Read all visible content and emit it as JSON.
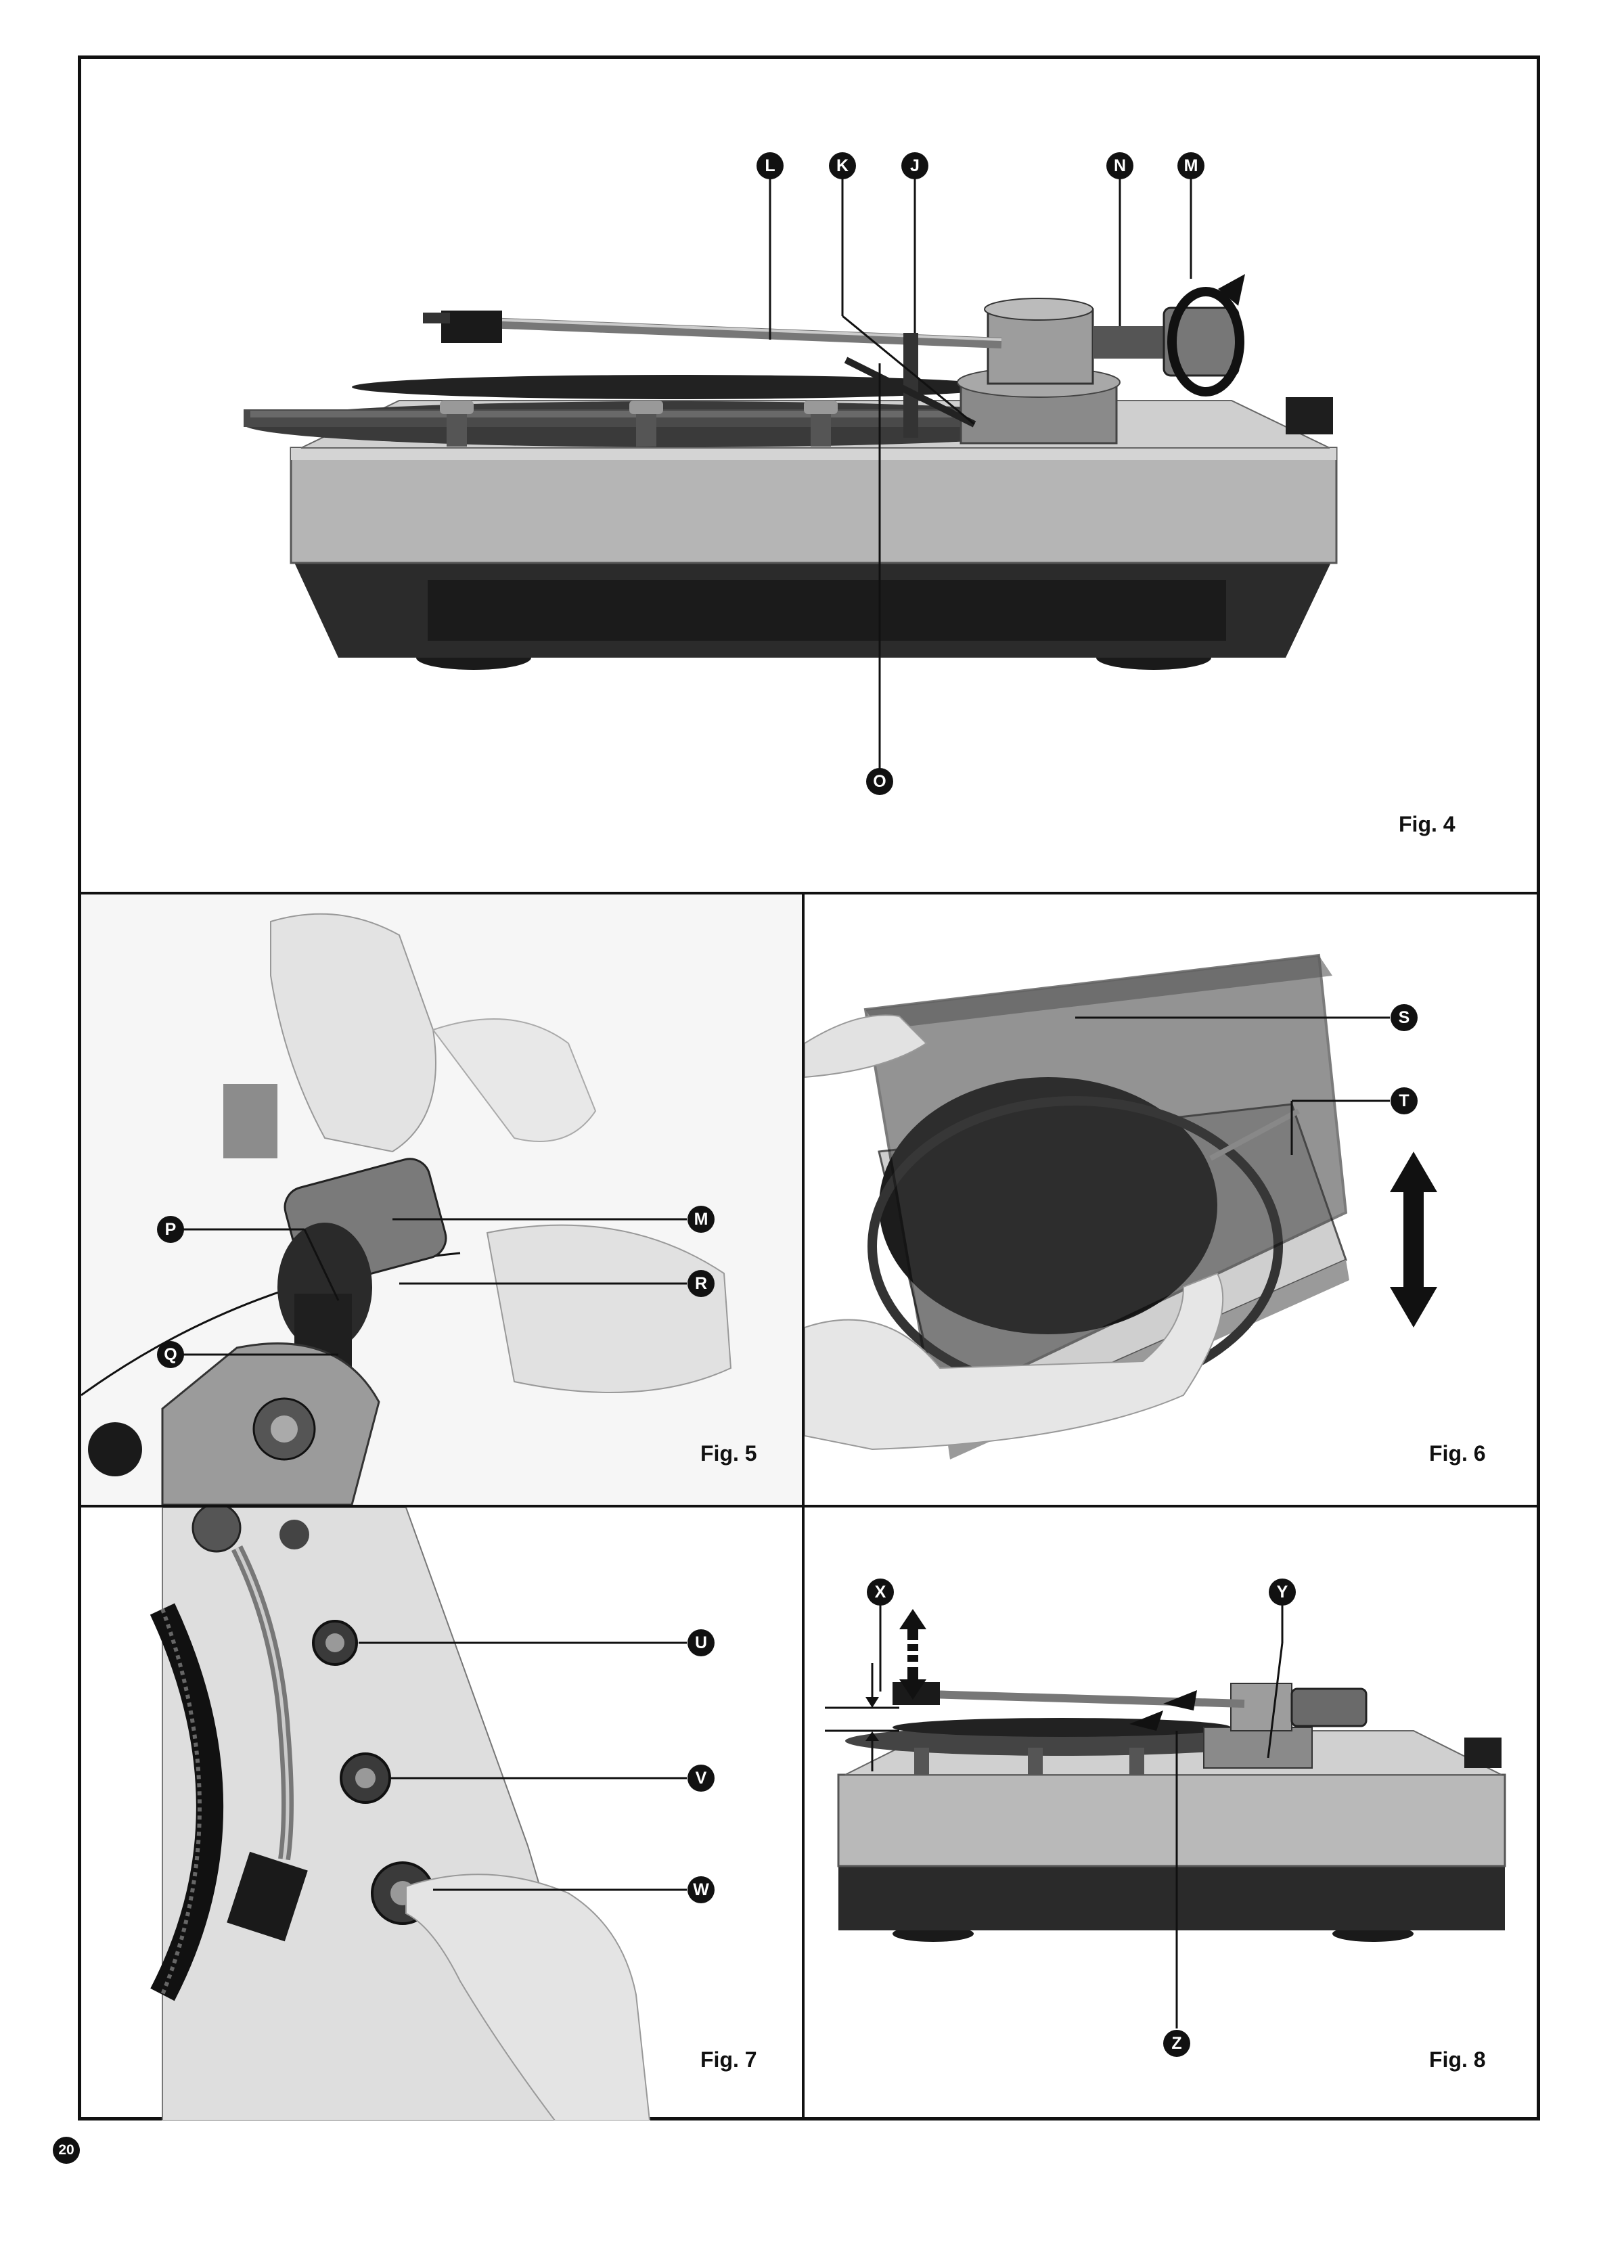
{
  "page": {
    "number": "20"
  },
  "figures": [
    {
      "label": "Fig. 4",
      "callouts": [
        "L",
        "K",
        "J",
        "N",
        "M",
        "O"
      ]
    },
    {
      "label": "Fig. 5",
      "callouts": [
        "P",
        "M",
        "R",
        "Q"
      ]
    },
    {
      "label": "Fig. 6",
      "callouts": [
        "S",
        "T"
      ]
    },
    {
      "label": "Fig. 7",
      "callouts": [
        "U",
        "V",
        "W"
      ]
    },
    {
      "label": "Fig. 8",
      "callouts": [
        "X",
        "Y",
        "Z"
      ]
    }
  ],
  "colors": {
    "ink": "#111111",
    "paper": "#ffffff",
    "plinth": "#b8b8b8",
    "base": "#2a2a2a"
  }
}
